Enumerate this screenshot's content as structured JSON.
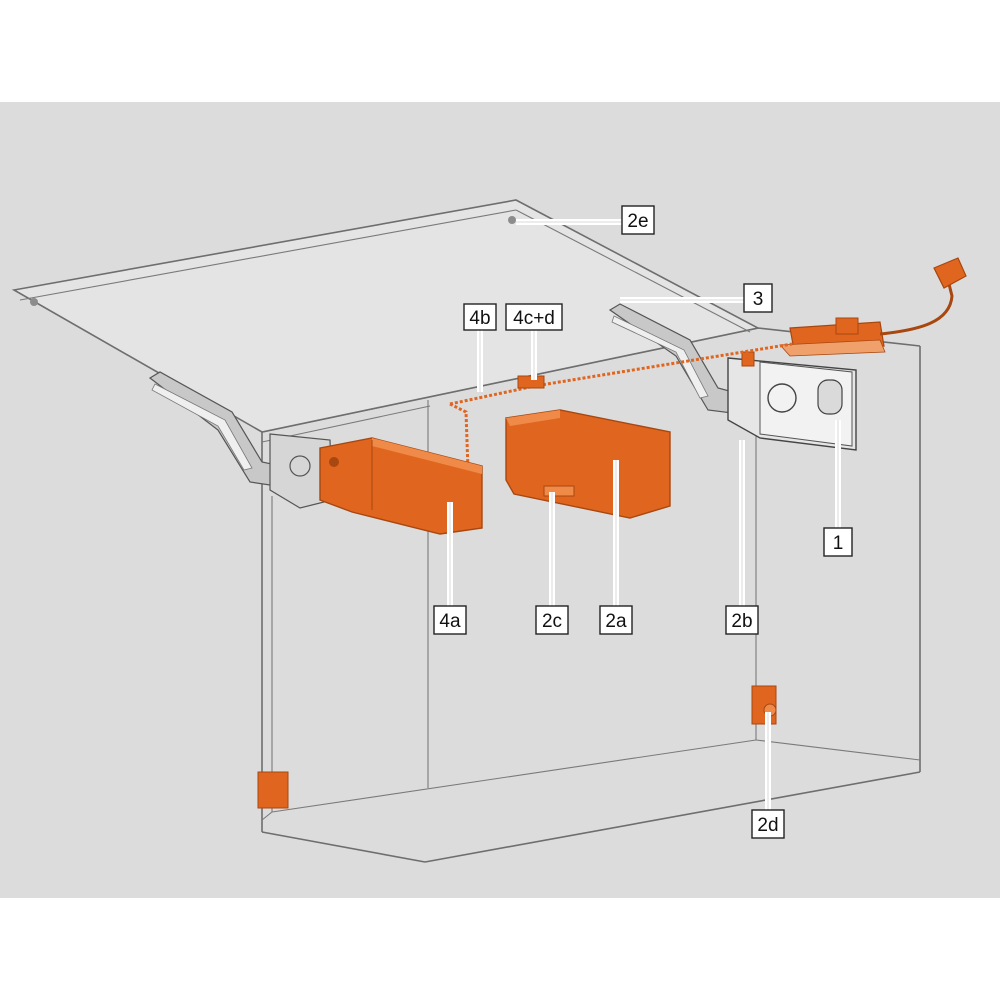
{
  "colors": {
    "background": "#ffffff",
    "panel": "#dcdcdc",
    "line": "#6e6e6e",
    "accent": "#e0661f",
    "accent_dark": "#a8470f",
    "metal": "#b9b9b9"
  },
  "callouts": {
    "c1": "1",
    "c2a": "2a",
    "c2b": "2b",
    "c2c": "2c",
    "c2d": "2d",
    "c2e": "2e",
    "c3": "3",
    "c4a": "4a",
    "c4b": "4b",
    "c4cd": "4c+d"
  }
}
